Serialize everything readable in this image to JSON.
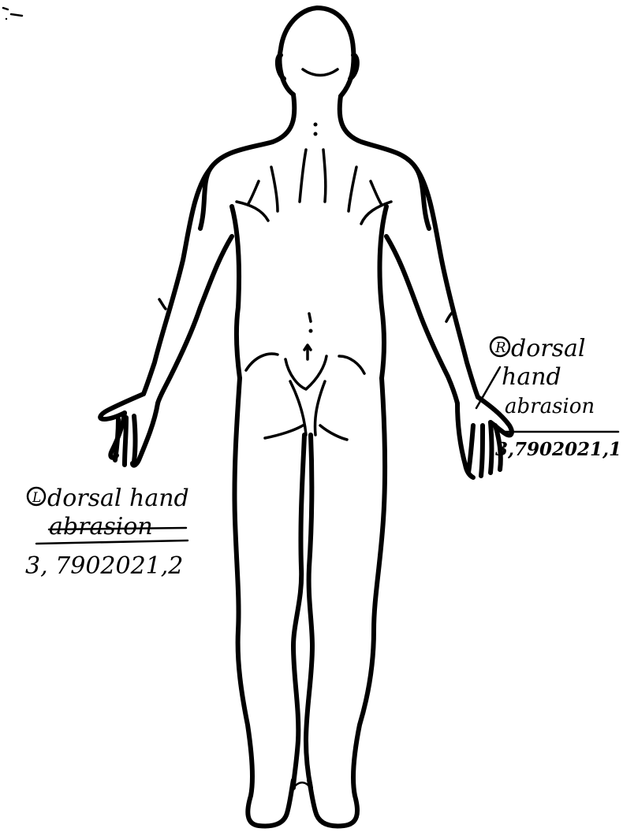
{
  "annotations": {
    "left_hand": {
      "marker": "L",
      "line1": "dorsal hand",
      "line2": "abrasion",
      "code": "3, 7902021,2"
    },
    "right_hand": {
      "marker": "R",
      "line1": "dorsal",
      "line2": "hand",
      "line3": "abrasion",
      "code": "3,7902021,1"
    }
  }
}
